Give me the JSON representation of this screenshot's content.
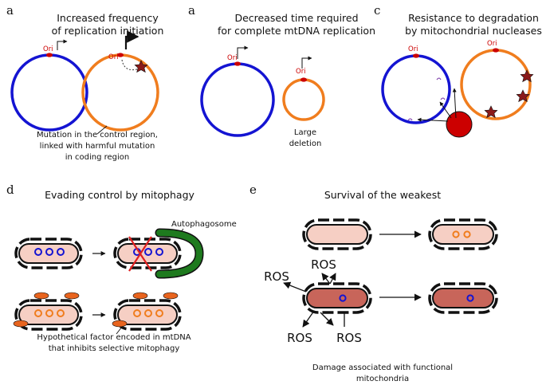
{
  "panels": {
    "a1": {
      "letter": "a",
      "title_line1": "Increased frequency",
      "title_line2": "of replication initiation",
      "ori_label": "Ori",
      "caption_line1": "Mutation in the control region,",
      "caption_line2": "linked with harmful mutation",
      "caption_line3": "in coding region"
    },
    "a2": {
      "letter": "a",
      "title_line1": "Decreased time required",
      "title_line2": "for complete mtDNA replication",
      "ori_label": "Ori",
      "caption_line1": "Large",
      "caption_line2": "deletion"
    },
    "c": {
      "letter": "c",
      "title_line1": "Resistance to degradation",
      "title_line2": "by mitochondrial nucleases",
      "ori_label": "Ori"
    },
    "d": {
      "letter": "d",
      "title": "Evading control by mitophagy",
      "autophagosome_label": "Autophagosome",
      "caption_line1": "Hypothetical factor encoded in mtDNA",
      "caption_line2": "that inhibits selective mitophagy"
    },
    "e": {
      "letter": "e",
      "title": "Survival of the weakest",
      "ros_label": "ROS",
      "caption_line1": "Damage associated with functional",
      "caption_line2": "mitochondria"
    }
  },
  "colors": {
    "wild_type_mtdna": "#1414d2",
    "mutant_mtdna": "#f07d1e",
    "origin": "#cc0000",
    "mutation_star": "#8b1a1a",
    "nuclease": "#cc0000",
    "autophagosome": "#1e7a1e",
    "healthy_matrix": "#f6cfc4",
    "damaged_matrix": "#c8655a",
    "cross_mark": "#e02020",
    "receptor_factor": "#e8641e"
  }
}
